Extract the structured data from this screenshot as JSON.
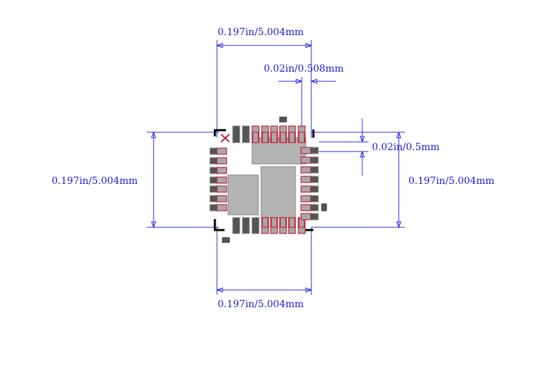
{
  "dimensions": {
    "top_width": "0.197in/5.004mm",
    "pitch": "0.02in/0.508mm",
    "pad_width": "0.02in/0.5mm",
    "left_height": "0.197in/5.004mm",
    "right_height": "0.197in/5.004mm",
    "bottom_width": "0.197in/5.004mm"
  },
  "colors": {
    "dimension": "#2a2ae0",
    "pad_fill": "#a8a8a8",
    "pad_outline": "#c0233a",
    "pin_dark": "#555555",
    "outline": "#000000",
    "pin1_marker": "#c0233a"
  },
  "footprint": {
    "pin1_marker": "x-mark"
  }
}
